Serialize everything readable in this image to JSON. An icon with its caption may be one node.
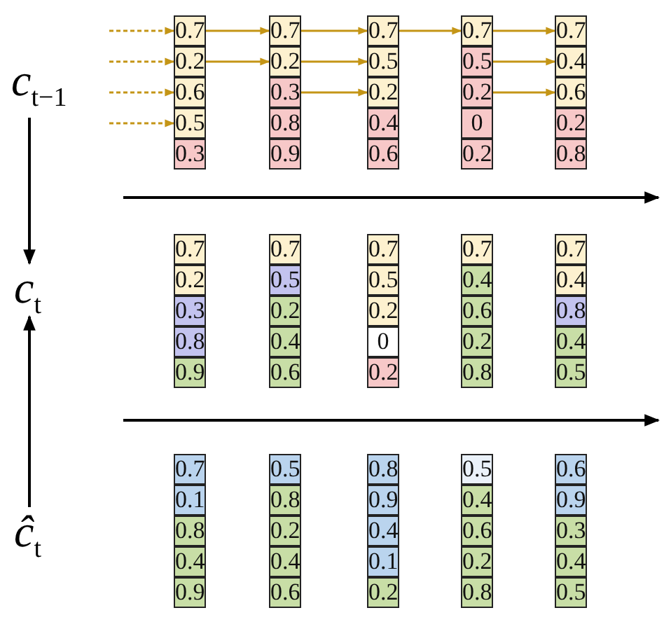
{
  "diagram": {
    "nodes": [
      {
        "text": [
          "*c*$_{t−1}$"
        ]
      },
      {
        "text": [
          "*c*$_{t}$"
        ]
      },
      {
        "text": [
          "*ĉ*$_{t}$"
        ]
      },
      {
        "text": [
          "0.7"
        ]
      },
      {
        "text": [
          "0.2"
        ]
      },
      {
        "text": [
          "0.6"
        ]
      },
      {
        "text": [
          "0.5"
        ]
      },
      {
        "text": [
          "0.3"
        ]
      },
      {
        "text": [
          "0.7"
        ]
      },
      {
        "text": [
          "0.2"
        ]
      },
      {
        "text": [
          "0.3"
        ]
      },
      {
        "text": [
          "0.8"
        ]
      },
      {
        "text": [
          "0.9"
        ]
      },
      {
        "text": [
          "0.7"
        ]
      },
      {
        "text": [
          "0.5"
        ]
      },
      {
        "text": [
          "0.2"
        ]
      },
      {
        "text": [
          "0.4"
        ]
      },
      {
        "text": [
          "0.6"
        ]
      },
      {
        "text": [
          "0.7"
        ]
      },
      {
        "text": [
          "0.5"
        ]
      },
      {
        "text": [
          "0.2"
        ]
      },
      {
        "text": [
          "0"
        ]
      },
      {
        "text": [
          "0.2"
        ]
      },
      {
        "text": [
          "0.7"
        ]
      },
      {
        "text": [
          "0.4"
        ]
      },
      {
        "text": [
          "0.6"
        ]
      },
      {
        "text": [
          "0.2"
        ]
      },
      {
        "text": [
          "0.8"
        ]
      },
      {
        "text": [
          "0.7"
        ]
      },
      {
        "text": [
          "0.2"
        ]
      },
      {
        "text": [
          "0.3"
        ]
      },
      {
        "text": [
          "0.8"
        ]
      },
      {
        "text": [
          "0.9"
        ]
      },
      {
        "text": [
          "0.7"
        ]
      },
      {
        "text": [
          "0.5"
        ]
      },
      {
        "text": [
          "0.2"
        ]
      },
      {
        "text": [
          "0.4"
        ]
      },
      {
        "text": [
          "0.6"
        ]
      },
      {
        "text": [
          "0.7"
        ]
      },
      {
        "text": [
          "0.5"
        ]
      },
      {
        "text": [
          "0.2"
        ]
      },
      {
        "text": [
          "0"
        ]
      },
      {
        "text": [
          "0.2"
        ]
      },
      {
        "text": [
          "0.7"
        ]
      },
      {
        "text": [
          "0.4"
        ]
      },
      {
        "text": [
          "0.6"
        ]
      },
      {
        "text": [
          "0.2"
        ]
      },
      {
        "text": [
          "0.8"
        ]
      },
      {
        "text": [
          "0.7"
        ]
      },
      {
        "text": [
          "0.4"
        ]
      },
      {
        "text": [
          "0.8"
        ]
      },
      {
        "text": [
          "0.4"
        ]
      },
      {
        "text": [
          "0.5"
        ]
      },
      {
        "text": [
          "0.7"
        ]
      },
      {
        "text": [
          "0.1"
        ]
      },
      {
        "text": [
          "0.8"
        ]
      },
      {
        "text": [
          "0.4"
        ]
      },
      {
        "text": [
          "0.9"
        ]
      },
      {
        "text": [
          "0.5"
        ]
      },
      {
        "text": [
          "0.8"
        ]
      },
      {
        "text": [
          "0.2"
        ]
      },
      {
        "text": [
          "0.4"
        ]
      },
      {
        "text": [
          "0.6"
        ]
      },
      {
        "text": [
          "0.8"
        ]
      },
      {
        "text": [
          "0.9"
        ]
      },
      {
        "text": [
          "0.4"
        ]
      },
      {
        "text": [
          "0.1"
        ]
      },
      {
        "text": [
          "0.2"
        ]
      },
      {
        "text": [
          "0.5"
        ]
      },
      {
        "text": [
          "0.4"
        ]
      },
      {
        "text": [
          "0.6"
        ]
      },
      {
        "text": [
          "0.2"
        ]
      },
      {
        "text": [
          "0.8"
        ]
      },
      {
        "text": [
          "0.6"
        ]
      },
      {
        "text": [
          "0.9"
        ]
      },
      {
        "text": [
          "0.3"
        ]
      },
      {
        "text": [
          "0.4"
        ]
      },
      {
        "text": [
          "0.5"
        ]
      }
    ],
    "edges": [
      {
        "from": null,
        "to": 3,
        "arrow": "to",
        "style": "dashed"
      },
      {
        "from": null,
        "to": 4,
        "arrow": "to",
        "style": "dashed"
      },
      {
        "from": null,
        "to": 5,
        "arrow": "to",
        "style": "dashed"
      },
      {
        "from": null,
        "to": 6,
        "arrow": "to",
        "style": "dashed"
      },
      {
        "from": 3,
        "to": 8,
        "arrow": "to"
      },
      {
        "from": 4,
        "to": 9,
        "arrow": "to"
      },
      {
        "from": 8,
        "to": 13,
        "arrow": "to"
      },
      {
        "from": 9,
        "to": 14,
        "arrow": "to"
      },
      {
        "from": 10,
        "to": 15,
        "arrow": "to"
      },
      {
        "from": 13,
        "to": 18,
        "arrow": "to"
      },
      {
        "from": 18,
        "to": 23,
        "arrow": "to"
      },
      {
        "from": 19,
        "to": 24,
        "arrow": "to"
      },
      {
        "from": 20,
        "to": 25,
        "arrow": "to"
      },
      {
        "from": 0,
        "to": 1,
        "arrow": "to",
        "color": "#000000"
      },
      {
        "from": 2,
        "to": 1,
        "arrow": "to",
        "color": "#000000"
      }
    ]
  }
}
